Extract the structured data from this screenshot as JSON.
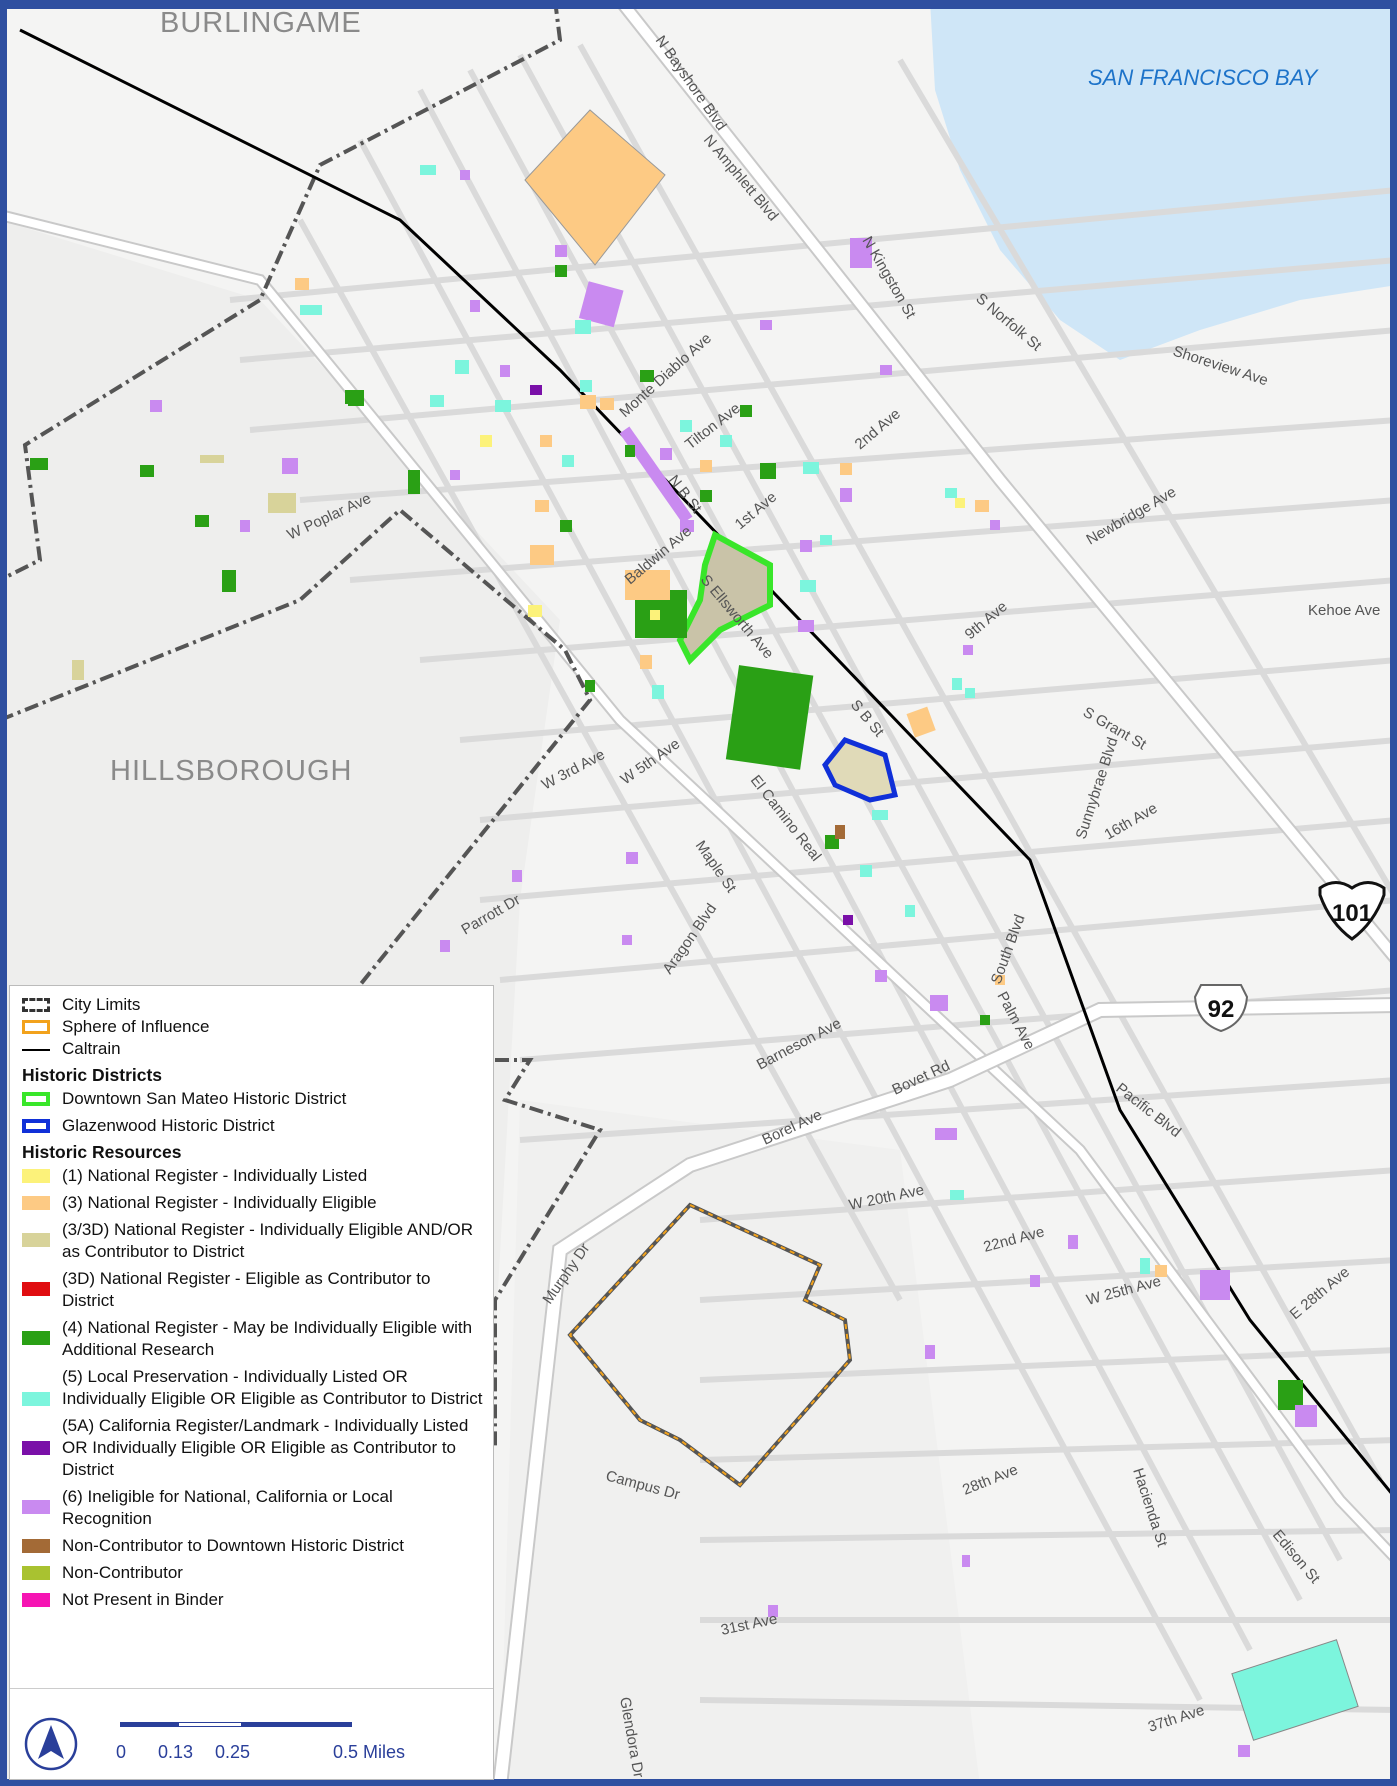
{
  "map": {
    "cities": {
      "burlingame": "BURLINGAME",
      "hillsborough": "HILLSBOROUGH"
    },
    "water": {
      "bay": "SAN FRANCISCO BAY"
    },
    "highways": {
      "us101": "101",
      "ca92": "92"
    },
    "streets": {
      "n_bayshore": "N Bayshore Blvd",
      "n_amphlett": "N Amphlett Blvd",
      "n_kingston": "N Kingston St",
      "s_norfolk": "S Norfolk St",
      "shoreview": "Shoreview Ave",
      "monte_diablo": "Monte Diablo Ave",
      "tilton": "Tilton Ave",
      "second_ave": "2nd Ave",
      "newbridge": "Newbridge Ave",
      "kehoe": "Kehoe Ave",
      "n_b_st": "N B St",
      "first_ave": "1st Ave",
      "baldwin": "Baldwin Ave",
      "s_ellsworth": "S Ellsworth Ave",
      "w_poplar": "W Poplar Ave",
      "ninth_ave": "9th Ave",
      "s_grant": "S Grant St",
      "sunnybrae": "Sunnybrae Blvd",
      "sixteenth": "16th Ave",
      "s_b_st": "S B St",
      "w_third": "W 3rd Ave",
      "w_fifth": "W 5th Ave",
      "el_camino": "El Camino Real",
      "maple": "Maple St",
      "parrott": "Parrott Dr",
      "aragon": "Aragon Blvd",
      "south_blvd": "South Blvd",
      "palm": "Palm Ave",
      "barneson": "Barneson Ave",
      "bovet": "Bovet Rd",
      "pacific": "Pacific Blvd",
      "borel": "Borel Ave",
      "w_twentieth": "W 20th Ave",
      "twentysecond": "22nd Ave",
      "w_twentyfifth": "W 25th Ave",
      "e_twentyeighth": "E 28th Ave",
      "murphy": "Murphy Dr",
      "campus": "Campus Dr",
      "twentyeighth": "28th Ave",
      "hacienda": "Hacienda St",
      "edison": "Edison St",
      "thirtyfirst": "31st Ave",
      "thirtyseventh": "37th Ave",
      "glendora": "Glendora Dr"
    },
    "colors": {
      "land": "#f4f4f3",
      "water": "#cfe6f7",
      "road": "#ffffff",
      "road_edge": "#c8c8c8",
      "city_limits": "#555555",
      "caltrain": "#000000",
      "downtown_district": "#39e62a",
      "glazenwood_district": "#1030d8"
    }
  },
  "legend": {
    "base": [
      {
        "label": "City Limits",
        "icon": "city-limits-swatch"
      },
      {
        "label": "Sphere of Influence",
        "color": "#f2a21c"
      },
      {
        "label": "Caltrain",
        "icon": "caltrain-swatch"
      }
    ],
    "districts_heading": "Historic Districts",
    "districts": [
      {
        "label": "Downtown San Mateo Historic District",
        "color": "#39e62a"
      },
      {
        "label": "Glazenwood Historic District",
        "color": "#1030d8"
      }
    ],
    "resources_heading": "Historic Resources",
    "resources": [
      {
        "label": "(1) National Register - Individually Listed",
        "color": "#fcf27a"
      },
      {
        "label": "(3) National Register - Individually Eligible",
        "color": "#fdca84"
      },
      {
        "label": "(3/3D) National Register - Individually Eligible AND/OR as Contributor to District",
        "color": "#d8d39a"
      },
      {
        "label": "(3D) National Register - Eligible as Contributor to District",
        "color": "#e00d10"
      },
      {
        "label": "(4) National Register - May be Individually Eligible with Additional Research",
        "color": "#2aa015"
      },
      {
        "label": "(5) Local Preservation - Individually Listed OR Individually Eligible OR Eligible as Contributor to District",
        "color": "#7cf5dd"
      },
      {
        "label": "(5A) California Register/Landmark - Individually Listed OR Individually Eligible OR Eligible as Contributor to District",
        "color": "#7a10a8"
      },
      {
        "label": "(6) Ineligible for National, California or Local Recognition",
        "color": "#c98af0"
      },
      {
        "label": "Non-Contributor to Downtown Historic District",
        "color": "#a36a36"
      },
      {
        "label": "Non-Contributor",
        "color": "#a9c230"
      },
      {
        "label": "Not Present in Binder",
        "color": "#f614b3"
      }
    ],
    "scale": {
      "ticks": [
        "0",
        "0.13",
        "0.25",
        "0.5 Miles"
      ]
    }
  }
}
